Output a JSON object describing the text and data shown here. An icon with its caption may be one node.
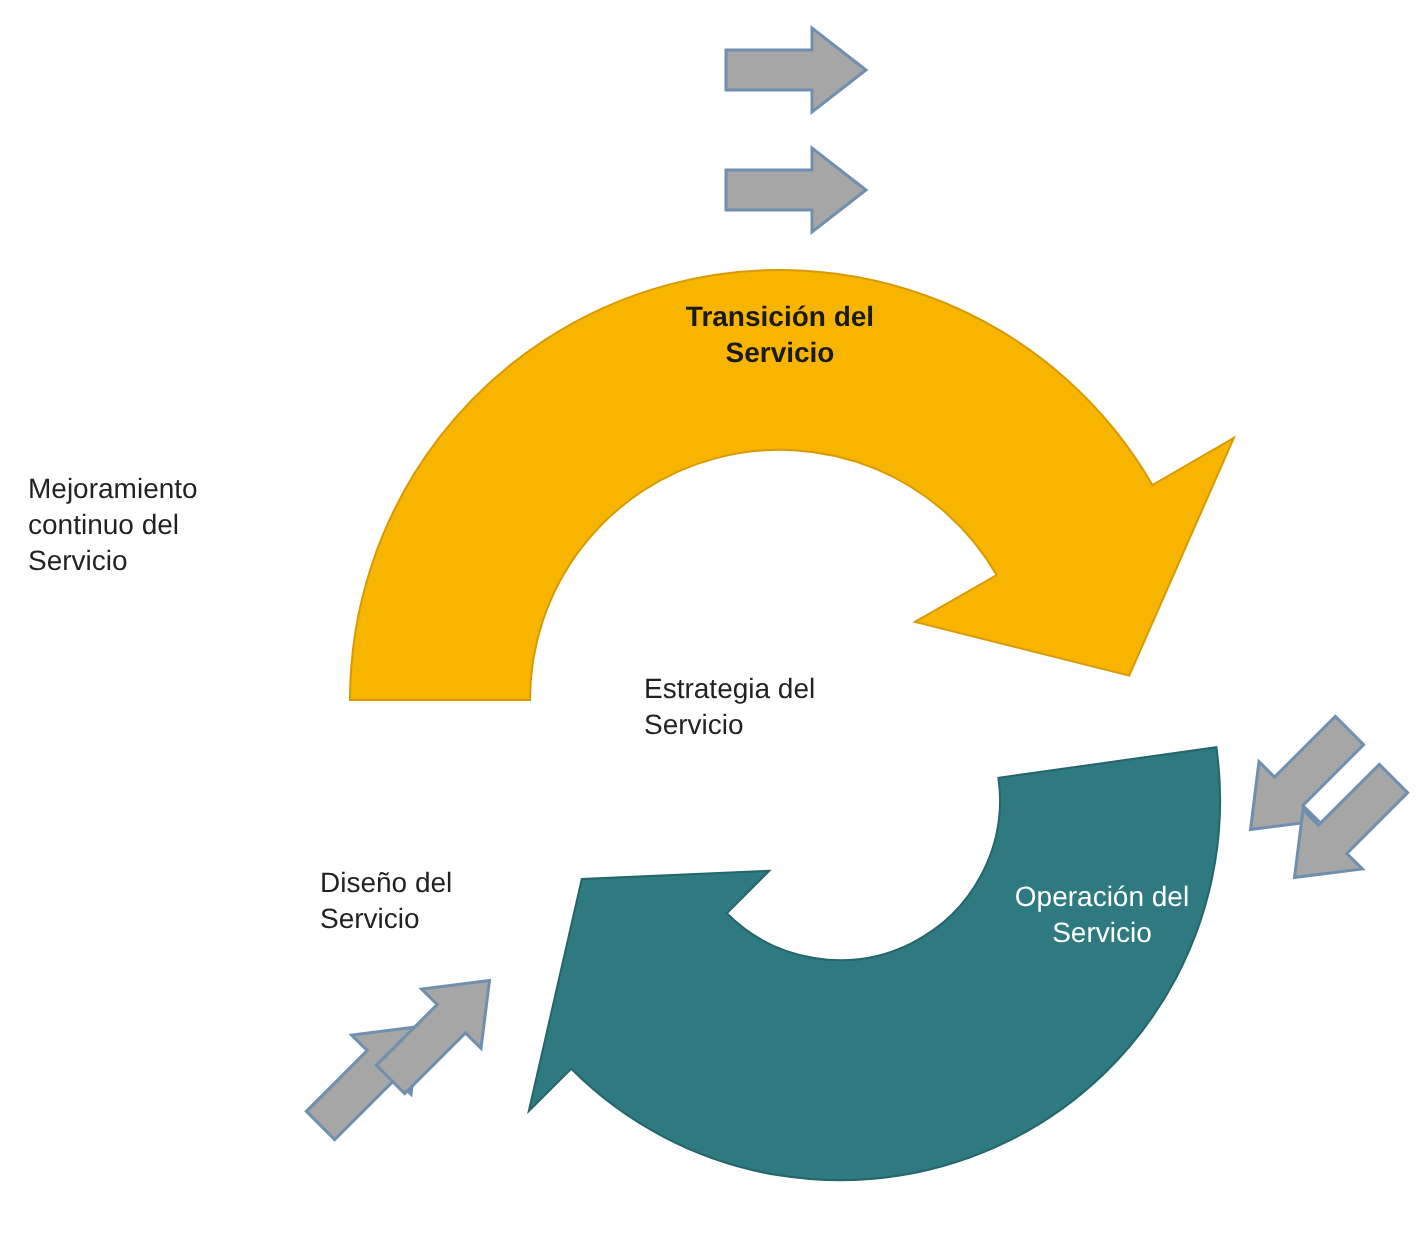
{
  "diagram": {
    "nodes": [
      {
        "text": [
          "Transición del Servicio"
        ]
      },
      {
        "text": [
          "Operación del Servicio"
        ]
      }
    ],
    "labels": [
      "Mejoramiento continuo del Servicio",
      "Estrategia del Servicio",
      "Diseño del Servicio"
    ]
  }
}
